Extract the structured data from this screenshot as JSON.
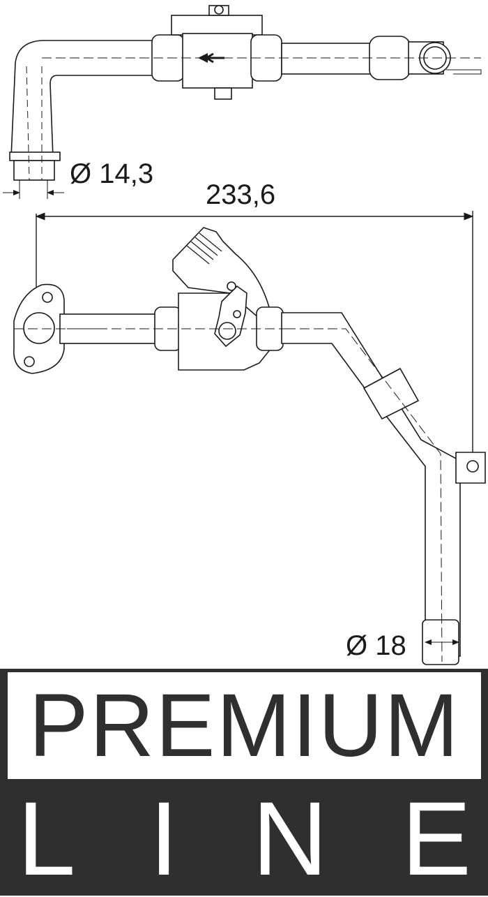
{
  "dimensions": {
    "top_diameter": "Ø 14,3",
    "overall_length": "233,6",
    "bottom_diameter": "Ø 18"
  },
  "banner": {
    "line1": "PREMIUM",
    "line2_letters": [
      "L",
      "I",
      "N",
      "E"
    ]
  },
  "colors": {
    "line": "#1a1a1a",
    "banner_dark": "#2f2e30",
    "banner_light": "#ffffff"
  }
}
